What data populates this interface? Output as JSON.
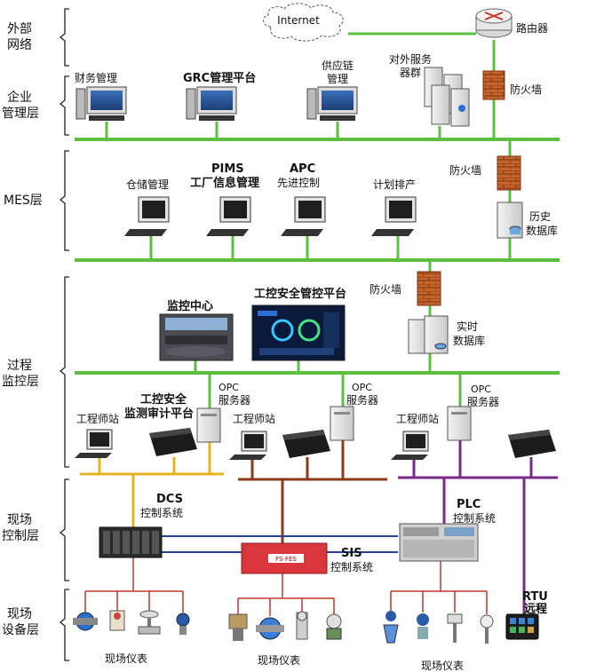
{
  "layers": [
    "外部",
    "网络",
    "企业",
    "管理层",
    "MES层",
    "过程",
    "监控层",
    "现场",
    "控制层",
    "现场",
    "设备层"
  ],
  "external": {
    "internet": "Internet",
    "router": "路由器"
  },
  "enterprise": {
    "finance": "财务管理",
    "grc": "GRC管理平台",
    "supply_1": "供应链",
    "supply_2": "管理",
    "server_cluster_1": "对外服务",
    "server_cluster_2": "器群",
    "firewall": "防火墙"
  },
  "mes": {
    "warehouse": "仓储管理",
    "pims_1": "PIMS",
    "pims_2": "工厂信息管理",
    "apc_1": "APC",
    "apc_2": "先进控制",
    "planning": "计划排产",
    "firewall": "防火墙",
    "history_1": "历史",
    "history_2": "数据库"
  },
  "process": {
    "monitor_center": "监控中心",
    "security_platform": "工控安全管控平台",
    "firewall": "防火墙",
    "realtime_1": "实时",
    "realtime_2": "数据库",
    "audit_1": "工控安全",
    "audit_2": "监测审计平台",
    "opc_1": "OPC",
    "opc_2": "服务器",
    "engineer": "工程师站"
  },
  "field_control": {
    "dcs_1": "DCS",
    "dcs_2": "控制系统",
    "plc_1": "PLC",
    "plc_2": "控制系统",
    "sis_1": "SIS",
    "sis_2": "控制系统",
    "sis_panel": "FS-FES",
    "rtu_1": "RTU",
    "rtu_2": "远程"
  },
  "field_device": {
    "instruments": "现场仪表"
  },
  "colors": {
    "green_bus": "#5cbf3f",
    "yellow_bus": "#e6b422",
    "brown_bus": "#8b3a1a",
    "purple_bus": "#7a2b8a",
    "blue_line": "#2a3f8f",
    "red_line": "#c0392b",
    "firewall": "#c8642a"
  }
}
